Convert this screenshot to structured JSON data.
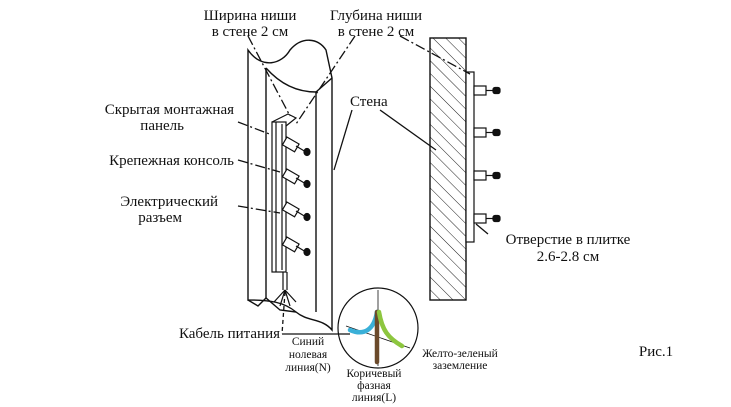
{
  "labels": {
    "niche_width_l1": "Ширина ниши",
    "niche_width_l2": "в стене 2 см",
    "niche_depth_l1": "Глубина ниши",
    "niche_depth_l2": "в стене 2 см",
    "wall": "Стена",
    "hidden_panel_l1": "Скрытая монтажная",
    "hidden_panel_l2": "панель",
    "bracket": "Крепежная консоль",
    "connector_l1": "Электрический",
    "connector_l2": "разъем",
    "tile_hole_l1": "Отверстие в плитке",
    "tile_hole_l2": "2.6-2.8 см",
    "power_cable": "Кабель питания",
    "blue_l1": "Синий",
    "blue_l2": "нолевая",
    "blue_l3": "линия(N)",
    "brown_l1": "Коричевый",
    "brown_l2": "фазная",
    "brown_l3": "линия(L)",
    "ground_l1": "Желто-зеленый",
    "ground_l2": "заземление",
    "figure": "Рис.1"
  },
  "colors": {
    "blue_wire": "#3ab0d8",
    "brown_wire": "#6b4a2b",
    "ground_wire": "#8dc63f",
    "line": "#111111"
  }
}
